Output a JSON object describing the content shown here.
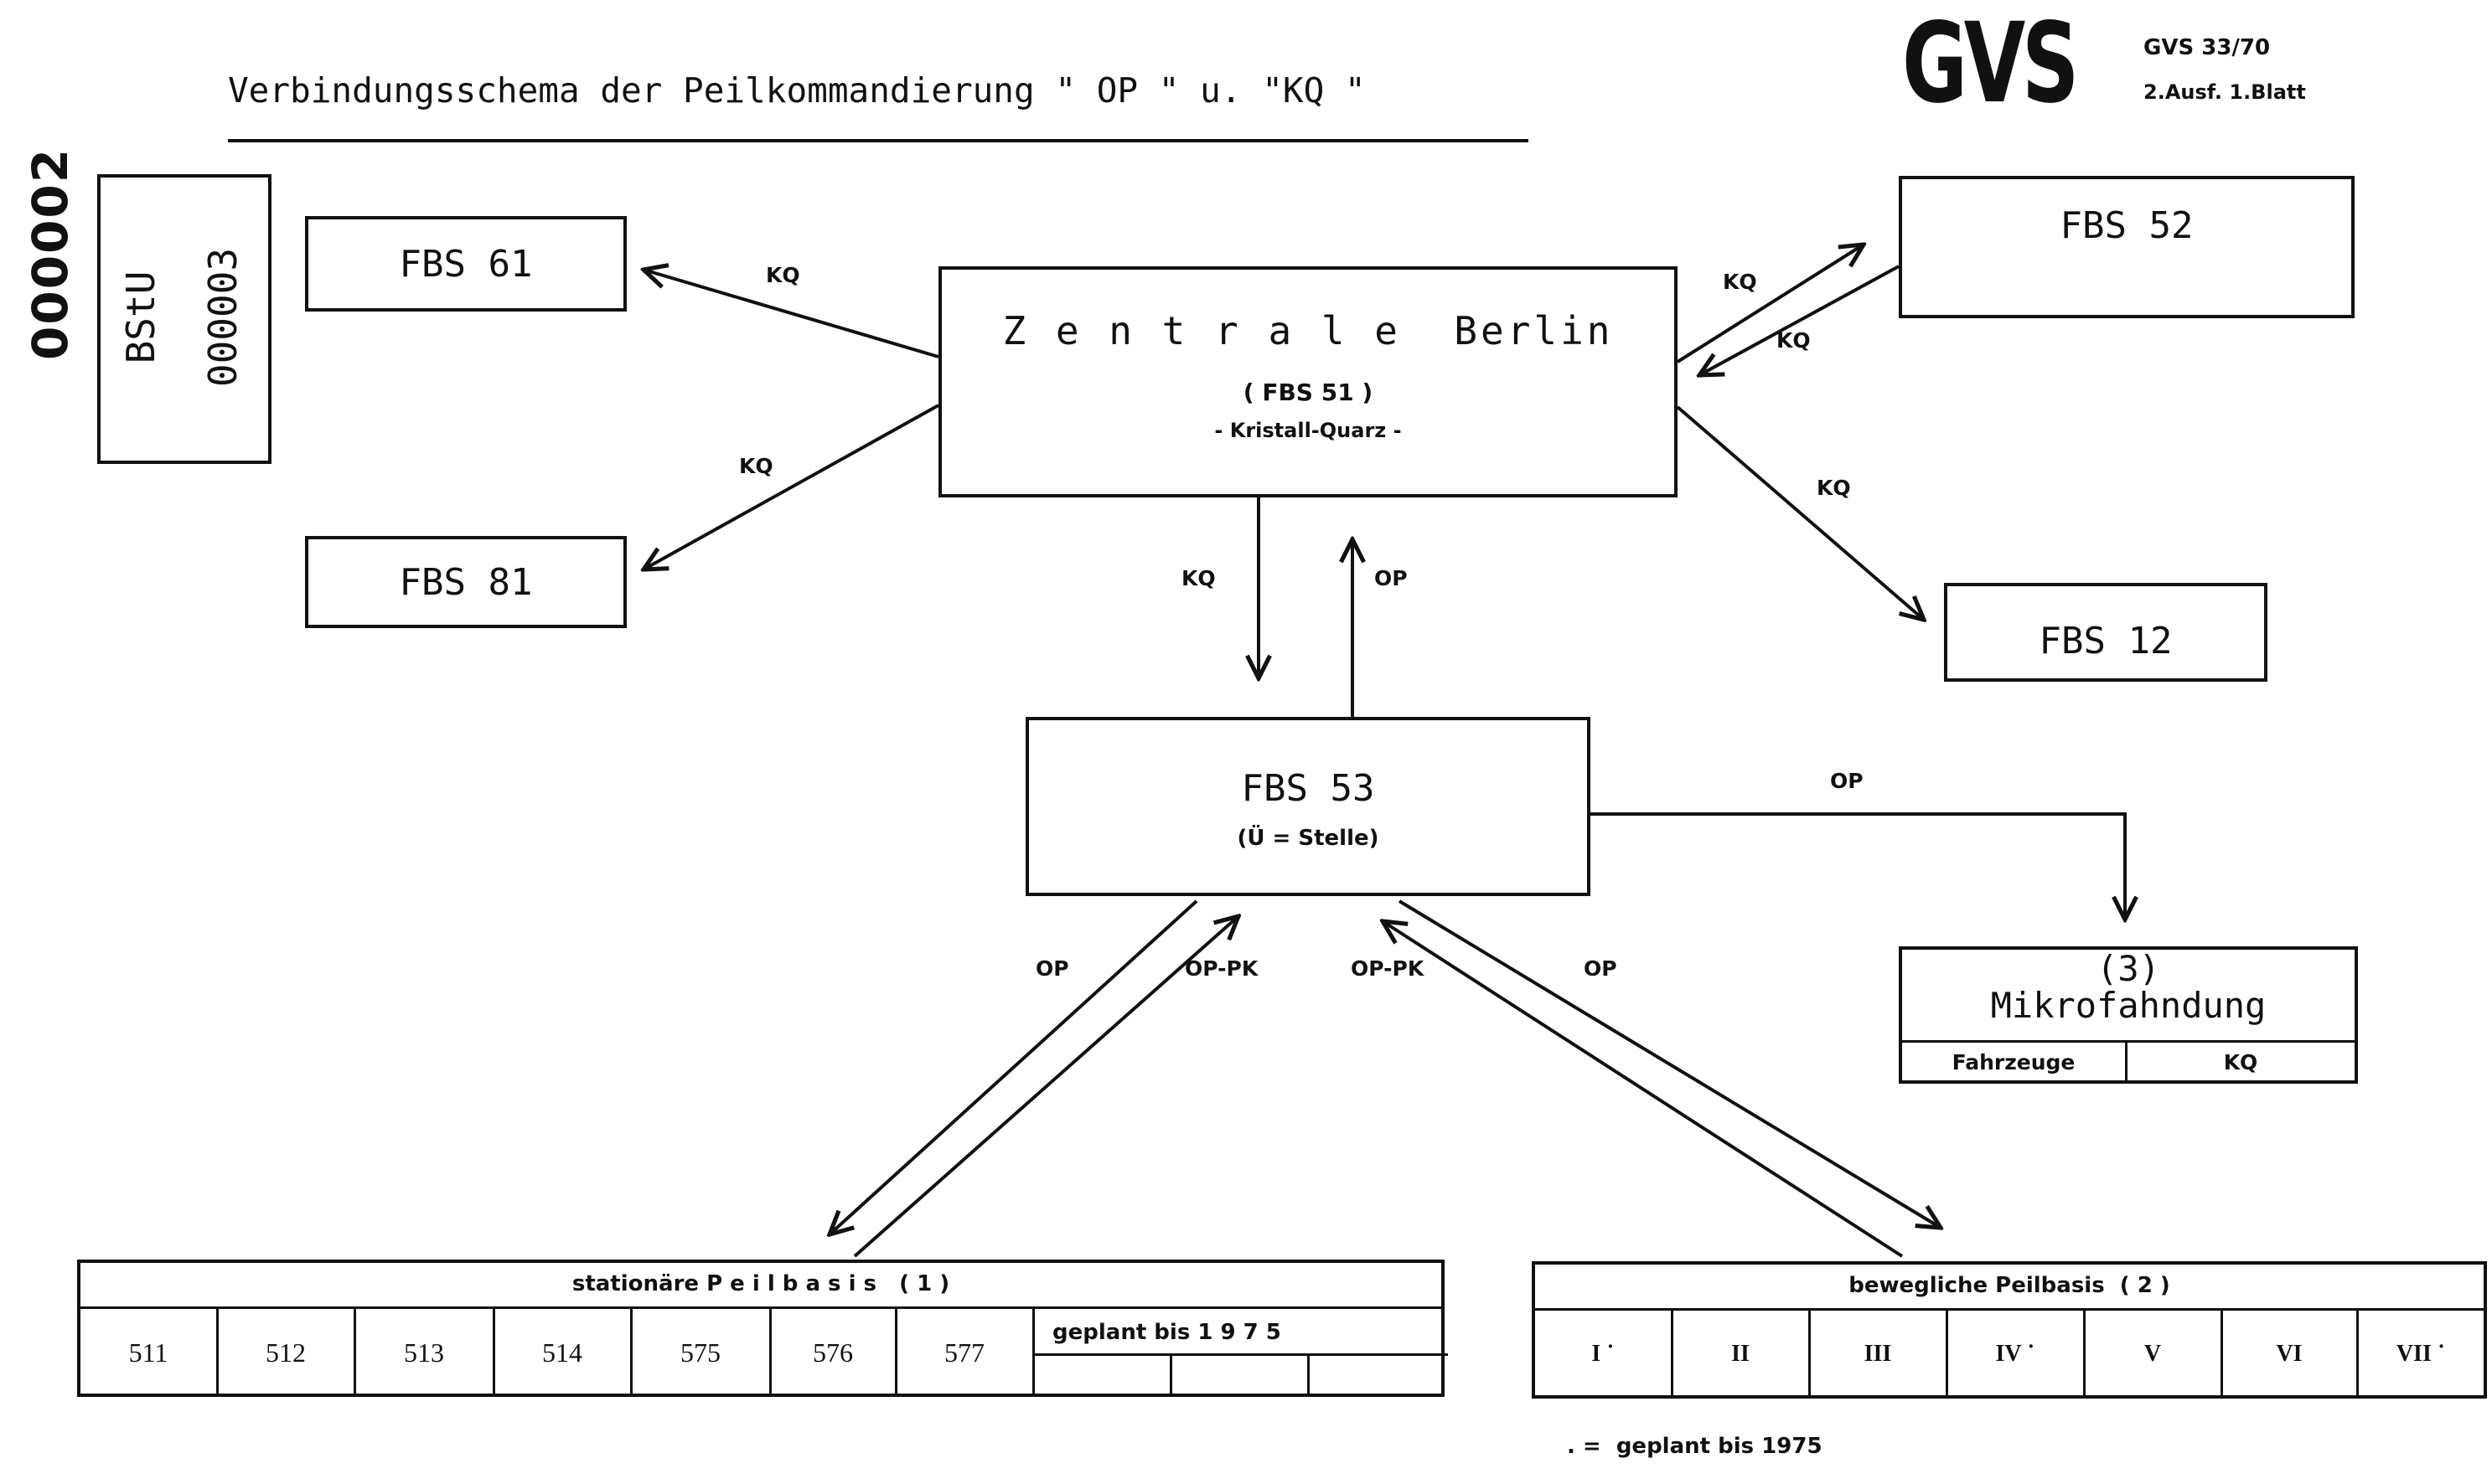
{
  "header": {
    "title": "Verbindungsschema der Peilkommandierung \" OP \" u. \"KQ \"",
    "classification": "GVS",
    "doc_number": "GVS 33/70",
    "copy_info": "2.Ausf. 1.Blatt",
    "side_number": "000002"
  },
  "stamp": {
    "line1": "BStU",
    "line2": "000003"
  },
  "nodes": {
    "zentrale": {
      "title": "Z e n t r a l e  Berlin",
      "sub1": "( FBS 51 )",
      "sub2": "- Kristall-Quarz -"
    },
    "fbs61": "FBS 61",
    "fbs81": "FBS 81",
    "fbs52": "FBS 52",
    "fbs12": "FBS 12",
    "fbs53": {
      "title": "FBS 53",
      "sub": "(Ü = Stelle)"
    },
    "mikro": {
      "number": "(3)",
      "title": "Mikrofahndung",
      "col1": "Fahrzeuge",
      "col2": "KQ"
    }
  },
  "edges": {
    "kq_fbs61": "KQ",
    "kq_fbs81": "KQ",
    "kq_fbs52_out": "KQ",
    "kq_fbs52_in": "KQ",
    "kq_fbs12": "KQ",
    "kq_down": "KQ",
    "op_up": "OP",
    "op_mikro": "OP",
    "op_left": "OP",
    "oppk_left": "OP-PK",
    "oppk_right": "OP-PK",
    "op_right": "OP"
  },
  "stationaer": {
    "title": "stationäre P e i l b a s i s   ( 1 )",
    "cells": [
      "511",
      "512",
      "513",
      "514",
      "575",
      "576",
      "577"
    ],
    "planned": "geplant bis 1 9 7 5"
  },
  "beweglich": {
    "title": "bewegliche Peilbasis  ( 2 )",
    "cells": [
      "I ˙",
      "II",
      "III",
      "IV ˙",
      "V",
      "VI",
      "VII ˙"
    ]
  },
  "footnote": ". =  geplant bis 1975"
}
